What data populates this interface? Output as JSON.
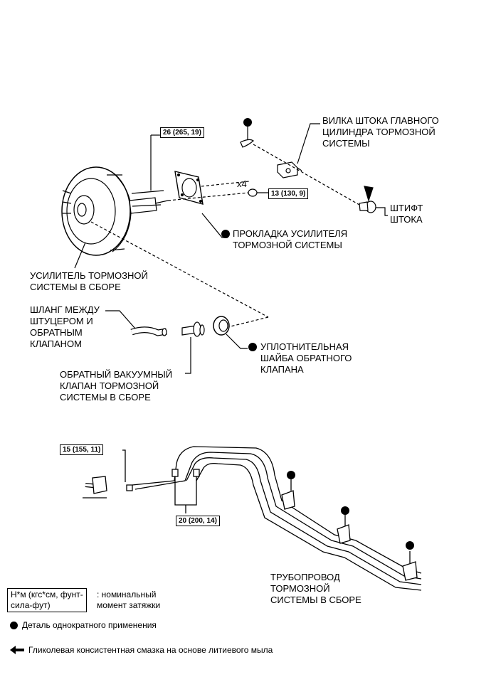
{
  "labels": {
    "rod_fork": "ВИЛКА ШТОКА ГЛАВНОГО\nЦИЛИНДРА ТОРМОЗНОЙ\nСИСТЕМЫ",
    "rod_pin": "ШТИФТ\nШТОКА",
    "gasket": "ПРОКЛАДКА УСИЛИТЕЛЯ\nТОРМОЗНОЙ СИСТЕМЫ",
    "booster": "УСИЛИТЕЛЬ ТОРМОЗНОЙ\nСИСТЕМЫ В СБОРЕ",
    "hose": "ШЛАНГ МЕЖДУ\nШТУЦЕРОМ И\nОБРАТНЫМ\nКЛАПАНОМ",
    "seal_washer": "УПЛОТНИТЕЛЬНАЯ\nШАЙБА ОБРАТНОГО\nКЛАПАНА",
    "check_valve": "ОБРАТНЫЙ ВАКУУМНЫЙ\nКЛАПАН ТОРМОЗНОЙ\nСИСТЕМЫ В СБОРЕ",
    "tube": "ТРУБОПРОВОД\nТОРМОЗНОЙ\nСИСТЕМЫ В СБОРЕ",
    "qty_x4": "x4"
  },
  "torques": {
    "booster_nut": "26 (265, 19)",
    "clevis_nut": "13 (130, 9)",
    "tube_left": "15 (155, 11)",
    "tube_mid": "20 (200, 14)"
  },
  "legend": {
    "torque_unit": "Н*м (кгс*см, фунт-\nсила-фут)",
    "torque_desc": ": номинальный\nмомент затяжки",
    "single_use": "Деталь однократного применения",
    "grease": "Гликолевая консистентная смазка на основе литиевого мыла"
  }
}
